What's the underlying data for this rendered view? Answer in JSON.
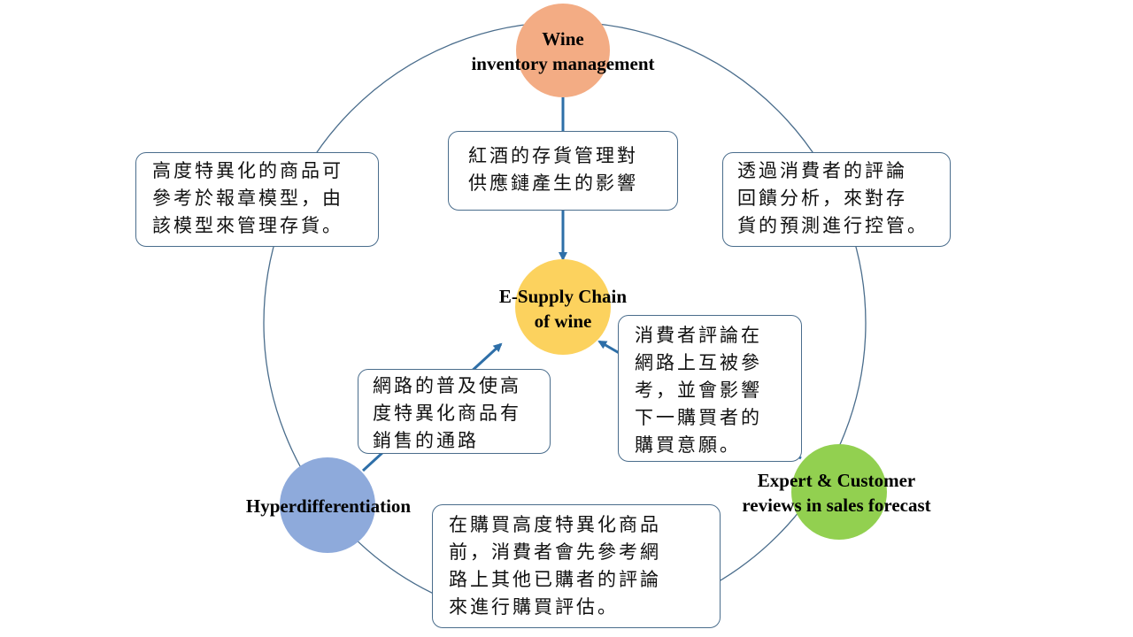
{
  "nodes": {
    "top": {
      "lines": [
        "Wine",
        "inventory management"
      ],
      "color": "#f3ac84"
    },
    "center": {
      "lines": [
        "E-Supply Chain",
        "of wine"
      ],
      "color": "#fcd25e"
    },
    "left": {
      "lines": [
        "Hyperdifferentiation"
      ],
      "color": "#8eaadb"
    },
    "right": {
      "lines": [
        "Expert & Customer",
        "reviews in sales forecast"
      ],
      "color": "#92d050"
    }
  },
  "notes": {
    "top_center": [
      "紅酒的存貨管理對",
      "供應鏈產生的影響"
    ],
    "top_left": [
      "高度特異化的商品可",
      "參考於報章模型，由",
      "該模型來管理存貨。"
    ],
    "top_right": [
      "透過消費者的評論",
      "回饋分析，來對存",
      "貨的預測進行控管。"
    ],
    "mid_left": [
      "網路的普及使高",
      "度特異化商品有",
      "銷售的通路"
    ],
    "mid_right": [
      "消費者評論在",
      "網路上互被參",
      "考，並會影響",
      "下一購買者的",
      "購買意願。"
    ],
    "bottom": [
      "在購買高度特異化商品",
      "前，消費者會先參考網",
      "路上其他已購者的評論",
      "來進行購買評估。"
    ]
  },
  "colors": {
    "ring": "#4a6d8c",
    "arrow": "#2e6fa8"
  }
}
